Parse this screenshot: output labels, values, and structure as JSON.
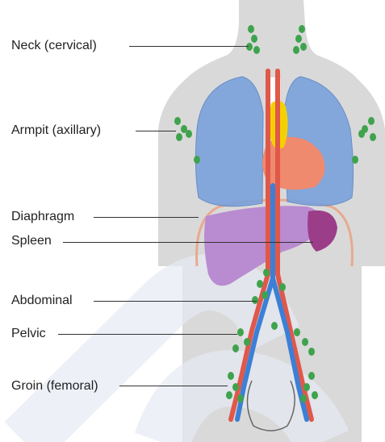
{
  "labels": {
    "neck": "Neck (cervical)",
    "armpit": "Armpit (axillary)",
    "diaphragm": "Diaphragm",
    "spleen": "Spleen",
    "abdominal": "Abdominal",
    "pelvic": "Pelvic",
    "groin": "Groin (femoral)"
  },
  "colors": {
    "body": "#d9d9d9",
    "lung": "#7aa1dc",
    "liver": "#b98bd0",
    "spleen": "#9c3d8a",
    "heart": "#f08a6e",
    "thymus": "#f5d000",
    "artery": "#e0584a",
    "vein": "#3b80d6",
    "lymph_node": "#3fa34d",
    "watermark": "#e6ebf4"
  }
}
